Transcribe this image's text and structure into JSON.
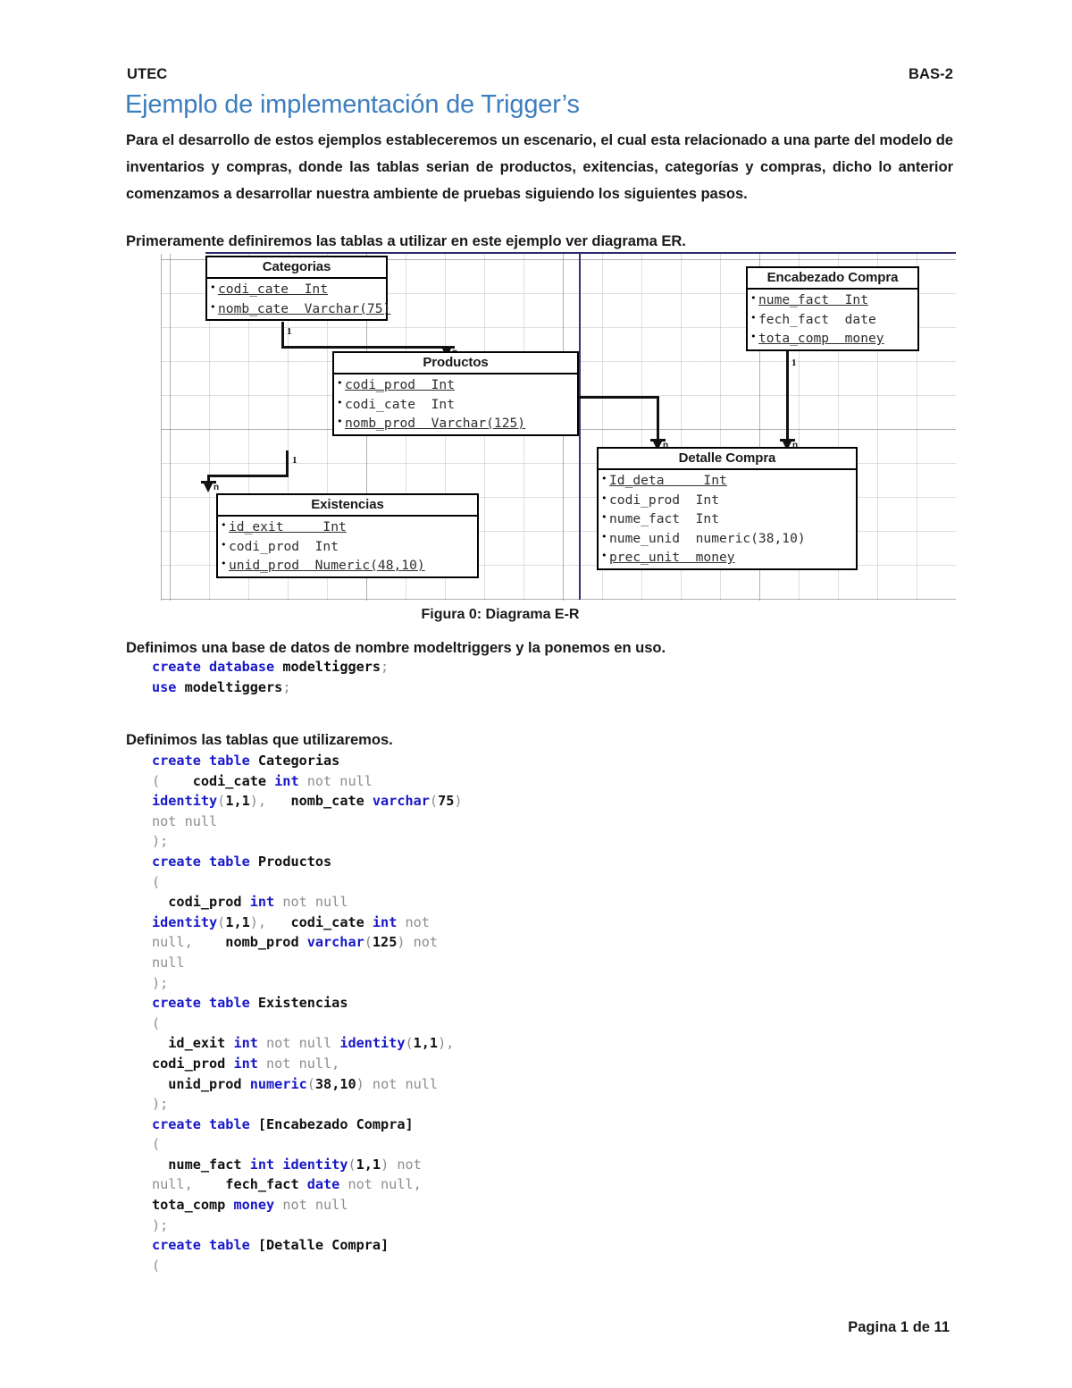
{
  "header": {
    "left": "UTEC",
    "right": "BAS-2"
  },
  "title": "Ejemplo de implementación de Trigger’s",
  "paragraphs": {
    "intro": "Para el desarrollo de estos ejemplos estableceremos un escenario, el cual esta relacionado a una parte del modelo de inventarios y compras, donde las tablas serian de productos, exitencias, categorías y compras, dicho lo anterior comenzamos a desarrollar nuestra ambiente de pruebas siguiendo los siguientes pasos.",
    "primeramente": "Primeramente definiremos las tablas a utilizar en este ejemplo ver diagrama ER.",
    "definimos_bd": "Definimos una base de datos de nombre modeltriggers y la ponemos en uso.",
    "definimos_tablas": "Definimos las tablas que utilizaremos."
  },
  "figure_caption": "Figura 0: Diagrama E-R",
  "footer": {
    "prefix": "Pagina ",
    "page": "1",
    "middle": " de ",
    "total": "11"
  },
  "er_diagram": {
    "entities": [
      {
        "name": "Categorias",
        "fields": [
          {
            "text": "codi_cate  Int",
            "pk": true
          },
          {
            "text": "nomb_cate  Varchar(75)",
            "pk": false
          }
        ]
      },
      {
        "name": "Productos",
        "fields": [
          {
            "text": "codi_prod  Int",
            "pk": true
          },
          {
            "text": "codi_cate  Int",
            "pk": false
          },
          {
            "text": "nomb_prod  Varchar(125)",
            "pk": false
          }
        ]
      },
      {
        "name": "Existencias",
        "fields": [
          {
            "text": "id_exit     Int",
            "pk": true
          },
          {
            "text": "codi_prod  Int",
            "pk": false
          },
          {
            "text": "unid_prod  Numeric(48,10)",
            "pk": false
          }
        ]
      },
      {
        "name": "Encabezado Compra",
        "fields": [
          {
            "text": "nume_fact  Int",
            "pk": true
          },
          {
            "text": "fech_fact  date",
            "pk": false
          },
          {
            "text": "tota_comp  money",
            "pk": false
          }
        ]
      },
      {
        "name": "Detalle Compra",
        "fields": [
          {
            "text": "Id_deta     Int",
            "pk": true
          },
          {
            "text": "codi_prod  Int",
            "pk": false
          },
          {
            "text": "nume_fact  Int",
            "pk": false
          },
          {
            "text": "nume_unid  numeric(38,10)",
            "pk": false
          },
          {
            "text": "prec_unit  money",
            "pk": false
          }
        ]
      }
    ],
    "cardinalities": {
      "one": "1",
      "many": "n"
    },
    "relationships": [
      {
        "from": "Categorias",
        "to": "Productos",
        "from_card": "1",
        "to_card": "n"
      },
      {
        "from": "Productos",
        "to": "Existencias",
        "from_card": "1",
        "to_card": "n"
      },
      {
        "from": "Productos",
        "to": "Detalle Compra",
        "from_card": "1",
        "to_card": "n"
      },
      {
        "from": "Encabezado Compra",
        "to": "Detalle Compra",
        "from_card": "1",
        "to_card": "n"
      }
    ]
  },
  "code_blocks": {
    "database": [
      {
        "tokens": [
          {
            "t": "create ",
            "c": "k"
          },
          {
            "t": "database ",
            "c": "k"
          },
          {
            "t": "modeltiggers",
            "c": "id"
          },
          {
            "t": ";",
            "c": "g"
          }
        ]
      },
      {
        "tokens": [
          {
            "t": "use ",
            "c": "k"
          },
          {
            "t": "modeltiggers",
            "c": "id"
          },
          {
            "t": ";",
            "c": "g"
          }
        ]
      }
    ],
    "tables": [
      {
        "tokens": [
          {
            "t": "create ",
            "c": "k"
          },
          {
            "t": "table ",
            "c": "k"
          },
          {
            "t": "Categorias",
            "c": "id"
          }
        ]
      },
      {
        "tokens": [
          {
            "t": "(    ",
            "c": "g"
          },
          {
            "t": "codi_cate ",
            "c": "id"
          },
          {
            "t": "int ",
            "c": "k"
          },
          {
            "t": "not null",
            "c": "g"
          }
        ]
      },
      {
        "tokens": [
          {
            "t": "identity",
            "c": "k"
          },
          {
            "t": "(",
            "c": "g"
          },
          {
            "t": "1,1",
            "c": "n"
          },
          {
            "t": "),   ",
            "c": "g"
          },
          {
            "t": "nomb_cate ",
            "c": "id"
          },
          {
            "t": "varchar",
            "c": "k"
          },
          {
            "t": "(",
            "c": "g"
          },
          {
            "t": "75",
            "c": "n"
          },
          {
            "t": ")",
            "c": "g"
          }
        ]
      },
      {
        "tokens": [
          {
            "t": "not null",
            "c": "g"
          }
        ]
      },
      {
        "tokens": [
          {
            "t": ");",
            "c": "g"
          }
        ]
      },
      {
        "tokens": [
          {
            "t": "create ",
            "c": "k"
          },
          {
            "t": "table ",
            "c": "k"
          },
          {
            "t": "Productos",
            "c": "id"
          }
        ]
      },
      {
        "tokens": [
          {
            "t": "(",
            "c": "g"
          }
        ]
      },
      {
        "tokens": [
          {
            "t": "  codi_prod ",
            "c": "id"
          },
          {
            "t": "int ",
            "c": "k"
          },
          {
            "t": "not null",
            "c": "g"
          }
        ]
      },
      {
        "tokens": [
          {
            "t": "identity",
            "c": "k"
          },
          {
            "t": "(",
            "c": "g"
          },
          {
            "t": "1,1",
            "c": "n"
          },
          {
            "t": "),   ",
            "c": "g"
          },
          {
            "t": "codi_cate ",
            "c": "id"
          },
          {
            "t": "int ",
            "c": "k"
          },
          {
            "t": "not",
            "c": "g"
          }
        ]
      },
      {
        "tokens": [
          {
            "t": "null,    ",
            "c": "g"
          },
          {
            "t": "nomb_prod ",
            "c": "id"
          },
          {
            "t": "varchar",
            "c": "k"
          },
          {
            "t": "(",
            "c": "g"
          },
          {
            "t": "125",
            "c": "n"
          },
          {
            "t": ") ",
            "c": "g"
          },
          {
            "t": "not",
            "c": "g"
          }
        ]
      },
      {
        "tokens": [
          {
            "t": "null",
            "c": "g"
          }
        ]
      },
      {
        "tokens": [
          {
            "t": ");",
            "c": "g"
          }
        ]
      },
      {
        "tokens": [
          {
            "t": "create ",
            "c": "k"
          },
          {
            "t": "table ",
            "c": "k"
          },
          {
            "t": "Existencias",
            "c": "id"
          }
        ]
      },
      {
        "tokens": [
          {
            "t": "(",
            "c": "g"
          }
        ]
      },
      {
        "tokens": [
          {
            "t": "  id_exit ",
            "c": "id"
          },
          {
            "t": "int ",
            "c": "k"
          },
          {
            "t": "not null ",
            "c": "g"
          },
          {
            "t": "identity",
            "c": "k"
          },
          {
            "t": "(",
            "c": "g"
          },
          {
            "t": "1,1",
            "c": "n"
          },
          {
            "t": "),",
            "c": "g"
          }
        ]
      },
      {
        "tokens": [
          {
            "t": "codi_prod ",
            "c": "id"
          },
          {
            "t": "int ",
            "c": "k"
          },
          {
            "t": "not null,",
            "c": "g"
          }
        ]
      },
      {
        "tokens": [
          {
            "t": "  unid_prod ",
            "c": "id"
          },
          {
            "t": "numeric",
            "c": "k"
          },
          {
            "t": "(",
            "c": "g"
          },
          {
            "t": "38,10",
            "c": "n"
          },
          {
            "t": ") ",
            "c": "g"
          },
          {
            "t": "not null",
            "c": "g"
          }
        ]
      },
      {
        "tokens": [
          {
            "t": ");",
            "c": "g"
          }
        ]
      },
      {
        "tokens": [
          {
            "t": "create ",
            "c": "k"
          },
          {
            "t": "table ",
            "c": "k"
          },
          {
            "t": "[Encabezado Compra]",
            "c": "id"
          }
        ]
      },
      {
        "tokens": [
          {
            "t": "(",
            "c": "g"
          }
        ]
      },
      {
        "tokens": [
          {
            "t": "  nume_fact ",
            "c": "id"
          },
          {
            "t": "int ",
            "c": "k"
          },
          {
            "t": "identity",
            "c": "k"
          },
          {
            "t": "(",
            "c": "g"
          },
          {
            "t": "1,1",
            "c": "n"
          },
          {
            "t": ") ",
            "c": "g"
          },
          {
            "t": "not",
            "c": "g"
          }
        ]
      },
      {
        "tokens": [
          {
            "t": "null,    ",
            "c": "g"
          },
          {
            "t": "fech_fact ",
            "c": "id"
          },
          {
            "t": "date ",
            "c": "k"
          },
          {
            "t": "not null,",
            "c": "g"
          }
        ]
      },
      {
        "tokens": [
          {
            "t": "tota_comp ",
            "c": "id"
          },
          {
            "t": "money ",
            "c": "k"
          },
          {
            "t": "not null",
            "c": "g"
          }
        ]
      },
      {
        "tokens": [
          {
            "t": ");",
            "c": "g"
          }
        ]
      },
      {
        "tokens": [
          {
            "t": "create ",
            "c": "k"
          },
          {
            "t": "table ",
            "c": "k"
          },
          {
            "t": "[Detalle Compra]",
            "c": "id"
          }
        ]
      },
      {
        "tokens": [
          {
            "t": "(",
            "c": "g"
          }
        ]
      }
    ]
  }
}
